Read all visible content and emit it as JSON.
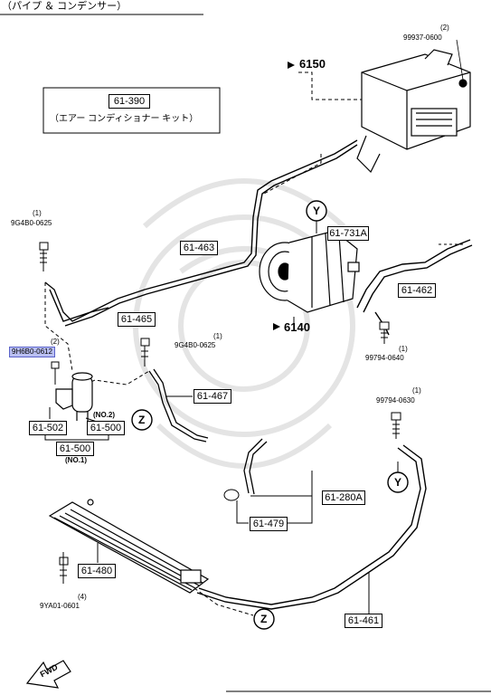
{
  "header": {
    "title": "（パイプ ＆ コンデンサー）"
  },
  "kit_box": {
    "code": "61-390",
    "name": "（エアー コンディショナー キット）"
  },
  "refs": {
    "ref_6150": "6150",
    "ref_6140": "6140"
  },
  "callouts": {
    "y": "Y",
    "z": "Z"
  },
  "part_boxes": {
    "p61_731a": "61-731A",
    "p61_463": "61-463",
    "p61_462": "61-462",
    "p61_465": "61-465",
    "p61_467": "61-467",
    "p61_502": "61-502",
    "p61_500_no2": "61-500",
    "p61_500_no1": "61-500",
    "p61_280a": "61-280A",
    "p61_479": "61-479",
    "p61_480": "61-480",
    "p61_461": "61-461"
  },
  "notes": {
    "no2": "(NO.2)",
    "no1": "(NO.1)"
  },
  "fasteners": {
    "f1": {
      "qty": "(2)",
      "pn": "99937-0600"
    },
    "f2": {
      "qty": "(1)",
      "pn": "9G4B0-0625"
    },
    "f3": {
      "qty": "(1)",
      "pn": "9G4B0-0625"
    },
    "f4": {
      "qty": "(2)",
      "pn": "9H6B0-0612"
    },
    "f5": {
      "qty": "(1)",
      "pn": "99794-0640"
    },
    "f6": {
      "qty": "(1)",
      "pn": "99794-0630"
    },
    "f7": {
      "qty": "(4)",
      "pn": "9YA01-0601"
    }
  },
  "fwd_label": "FWD",
  "colors": {
    "highlight_bg": "#b9bff2",
    "highlight_border": "#5a62c9",
    "ink": "#000000",
    "watermark": "#e4e4e4"
  }
}
